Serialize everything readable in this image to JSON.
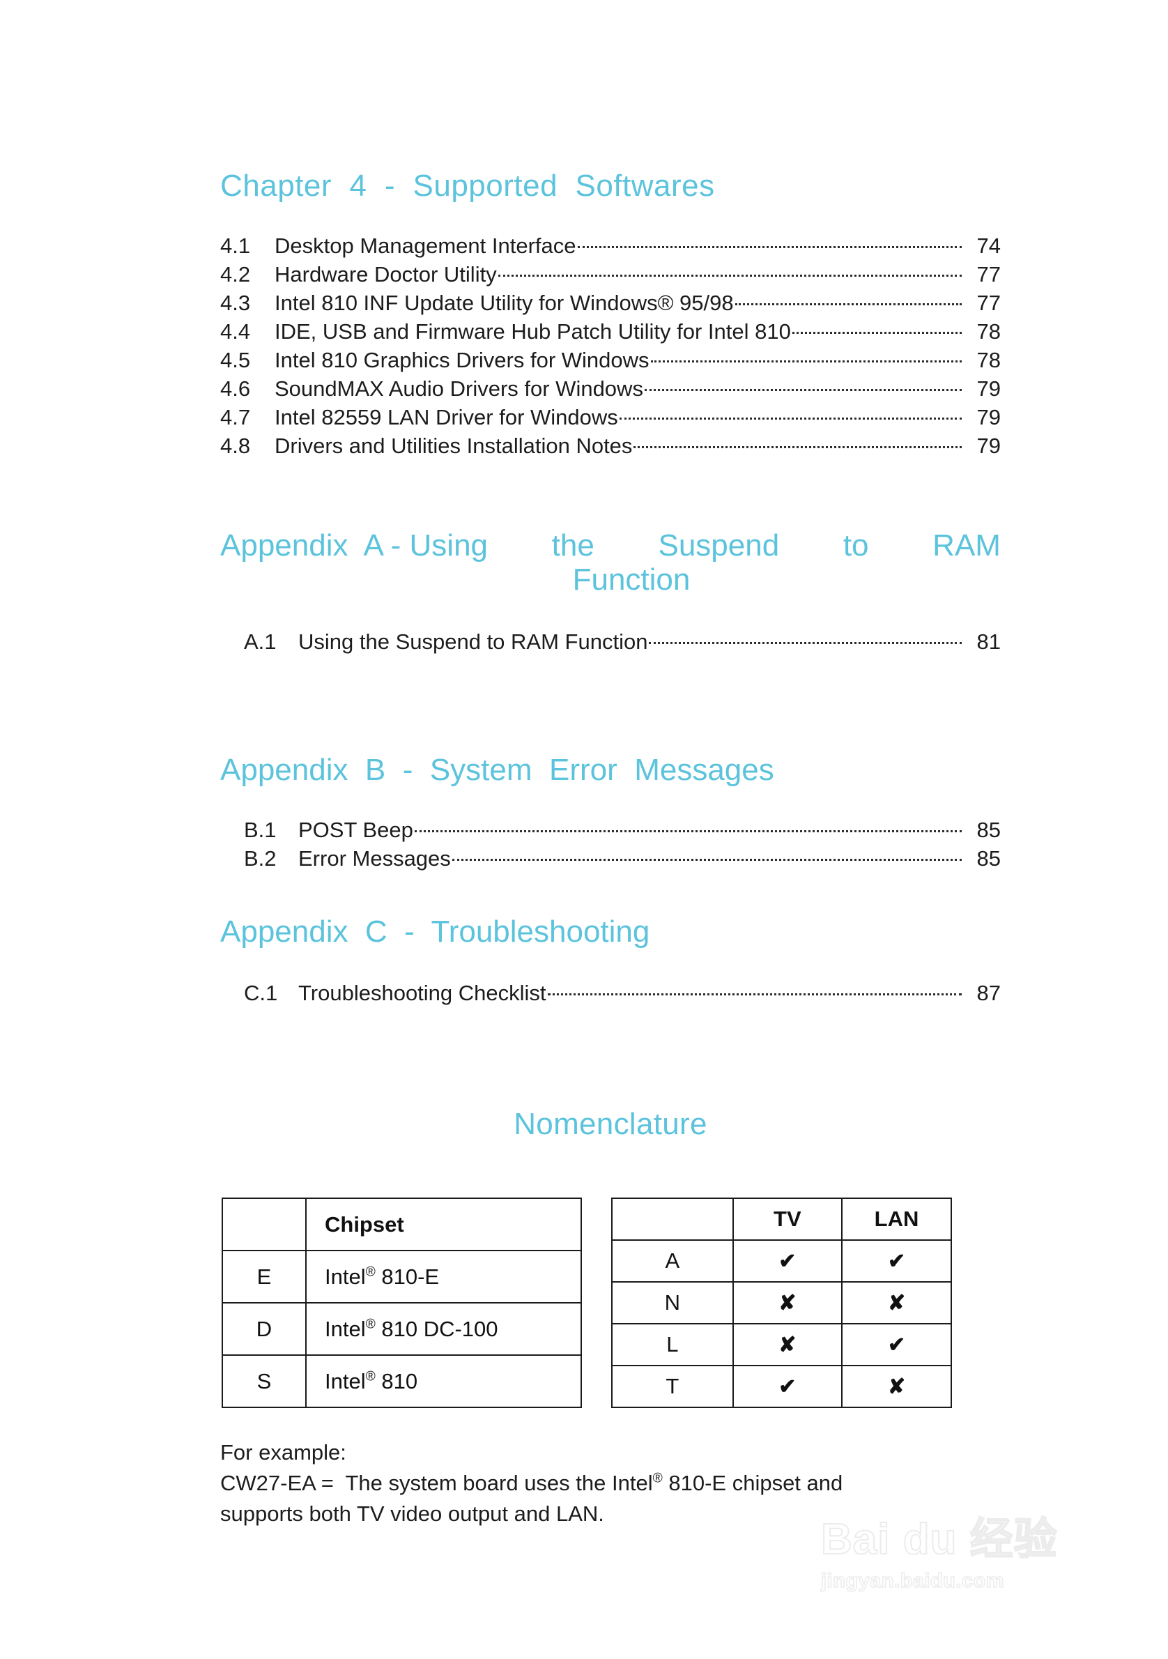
{
  "colors": {
    "heading_teal": "#5cc3dc",
    "body_text": "#1c1c1c",
    "rule": "#1a1a1a"
  },
  "chapter4": {
    "heading": "Chapter  4  -  Supported  Softwares",
    "entries": [
      {
        "num": "4.1",
        "title": "Desktop Management Interface",
        "page": "74"
      },
      {
        "num": "4.2",
        "title": "Hardware Doctor Utility",
        "page": "77"
      },
      {
        "num": "4.3",
        "title": "Intel 810 INF Update Utility for Windows® 95/98",
        "page": "77"
      },
      {
        "num": "4.4",
        "title": "IDE, USB and Firmware Hub Patch Utility for Intel 810",
        "page": "78"
      },
      {
        "num": "4.5",
        "title": "Intel 810 Graphics Drivers for Windows",
        "page": "78"
      },
      {
        "num": "4.6",
        "title": "SoundMAX Audio Drivers for Windows",
        "page": "79"
      },
      {
        "num": "4.7",
        "title": "Intel 82559 LAN Driver for Windows",
        "page": "79"
      },
      {
        "num": "4.8",
        "title": "Drivers and Utilities Installation Notes",
        "page": "79"
      }
    ]
  },
  "appendixA": {
    "label": "Appendix  A - ",
    "title_line1": "Using   the   Suspend   to   RAM",
    "title_line2": "Function",
    "entries": [
      {
        "num": "A.1",
        "title": "Using the Suspend to RAM Function",
        "page": "81"
      }
    ]
  },
  "appendixB": {
    "heading": "Appendix  B  -  System  Error  Messages",
    "entries": [
      {
        "num": "B.1",
        "title": "POST Beep",
        "page": "85"
      },
      {
        "num": "B.2",
        "title": "Error Messages",
        "page": "85"
      }
    ]
  },
  "appendixC": {
    "heading": "Appendix  C  -  Troubleshooting",
    "entries": [
      {
        "num": "C.1",
        "title": "Troubleshooting Checklist",
        "page": "87"
      }
    ]
  },
  "nomenclature": {
    "title": "Nomenclature",
    "chipset_table": {
      "headers": [
        "",
        "Chipset"
      ],
      "rows": [
        {
          "key": "E",
          "value": "Intel® 810-E"
        },
        {
          "key": "D",
          "value": "Intel® 810 DC-100"
        },
        {
          "key": "S",
          "value": "Intel® 810"
        }
      ]
    },
    "feature_table": {
      "headers": [
        "",
        "TV",
        "LAN"
      ],
      "yes_glyph": "✔",
      "no_glyph": "✘",
      "rows": [
        {
          "key": "A",
          "tv": "yes",
          "lan": "yes"
        },
        {
          "key": "N",
          "tv": "no",
          "lan": "no"
        },
        {
          "key": "L",
          "tv": "no",
          "lan": "yes"
        },
        {
          "key": "T",
          "tv": "yes",
          "lan": "no"
        }
      ]
    },
    "example_label": "For example:",
    "example_line1": "CW27-EA =  The system board uses the Intel® 810-E chipset and",
    "example_line2": "supports both TV video output and LAN."
  },
  "watermark": {
    "main": "Bai du 经验",
    "sub": "jingyan.baidu.com"
  }
}
